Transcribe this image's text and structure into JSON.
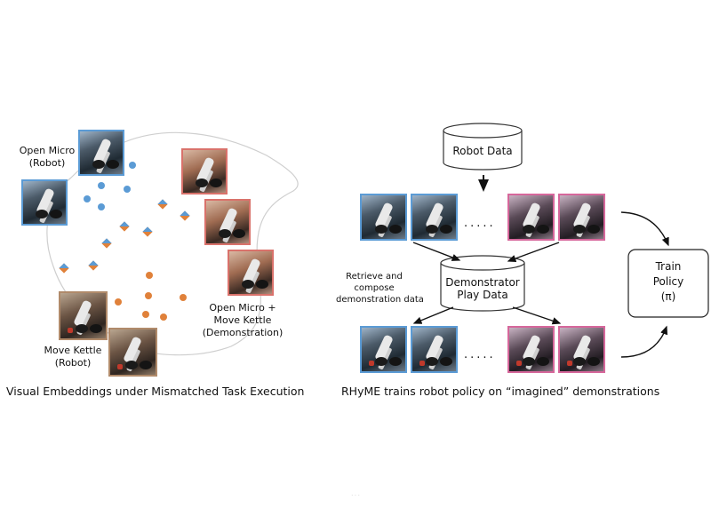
{
  "left_panel": {
    "labels": {
      "open_micro_robot": [
        "Open Micro",
        "(Robot)"
      ],
      "move_kettle_robot": [
        "Move Kettle",
        "(Robot)"
      ],
      "open_micro_move_kettle_demo": [
        "Open Micro +",
        "Move Kettle",
        "(Demonstration)"
      ]
    },
    "caption": "Visual Embeddings under Mismatched Task Execution",
    "colors": {
      "robot_open_micro": "#5b9bd5",
      "robot_move_kettle": "#e0813a",
      "demo": "#d9726b"
    }
  },
  "right_panel": {
    "robot_data": "Robot Data",
    "demonstrator_data": [
      "Demonstrator",
      "Play Data"
    ],
    "retrieve_label": [
      "Retrieve and",
      "compose",
      "demonstration data"
    ],
    "train_policy": [
      "Train",
      "Policy",
      "(π)"
    ],
    "ellipsis": ".....",
    "caption": "RHyME trains robot policy on “imagined” demonstrations"
  },
  "footer_mark": "· · ·"
}
